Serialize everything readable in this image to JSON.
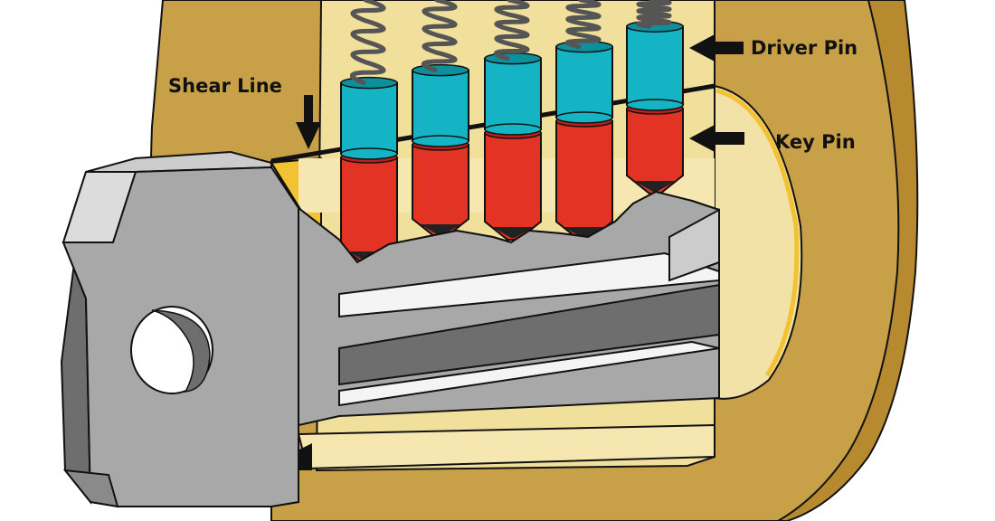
{
  "labels": {
    "driver_pin": "Driver Pin",
    "key_pin": "Key Pin",
    "shear_line": "Shear Line"
  },
  "pins": [
    {
      "id": 1,
      "key_pin_length": 2.4,
      "driver_pin_length": 2.8
    },
    {
      "id": 2,
      "key_pin_length": 2.1,
      "driver_pin_length": 2.8
    },
    {
      "id": 3,
      "key_pin_length": 2.1,
      "driver_pin_length": 2.8
    },
    {
      "id": 4,
      "key_pin_length": 2.5,
      "driver_pin_length": 2.8
    },
    {
      "id": 5,
      "key_pin_length": 2.2,
      "driver_pin_length": 3.1
    }
  ],
  "colors": {
    "cylinder_housing": "#c8a048",
    "cylinder_rim": "#b88a30",
    "plug_face": "#f3e2a8",
    "plug_inner": "#f6e6b0",
    "cutaway_wall": "#f1df9c",
    "brass_edge": "#f2c232",
    "key_pin": "#e33325",
    "driver_pin": "#14b4c4",
    "spring": "#555555",
    "key_body": "#a8a8a8",
    "key_light": "#cccccc",
    "key_dark": "#6e6e6e",
    "key_bow_face": "#bdbdbd",
    "outline": "#111111",
    "arrow": "#111111"
  },
  "icons": [
    "arrow-down-icon",
    "arrow-left-icon",
    "arrow-left-icon"
  ]
}
